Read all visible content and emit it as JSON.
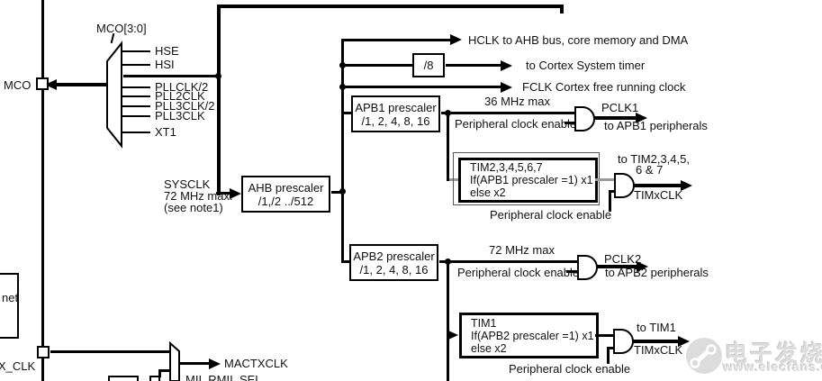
{
  "colors": {
    "line": "#000000",
    "highlight_red": "#cc2222",
    "gray_wire": "#9a9a9a",
    "watermark": "#dcdcdc"
  },
  "mco": {
    "pad_label": "MCO",
    "mux_label": "MCO[3:0]",
    "inputs": [
      "HSE",
      "HSI",
      "PLLCLK/2",
      "PLL2CLK",
      "PLL3CLK/2",
      "PLL3CLK",
      "XT1"
    ]
  },
  "sysclk": {
    "name": "SYSCLK",
    "max": "72 MHz max.",
    "note": "(see note1)"
  },
  "ahb_prescaler": {
    "title": "AHB prescaler",
    "ratio": "/1,/2 ../512"
  },
  "hclk_out": {
    "label": "HCLK to AHB bus, core memory and DMA"
  },
  "cortex_timer": {
    "divider": "/8",
    "label": "to Cortex System timer"
  },
  "fclk_out": {
    "label": "FCLK Cortex free running clock"
  },
  "apb1": {
    "title": "APB1 prescaler",
    "ratio": "/1, 2, 4, 8, 16",
    "max": "36 MHz max",
    "enable": "Peripheral clock enable",
    "clock": "PCLK1",
    "dest": "to APB1 peripherals"
  },
  "tim2": {
    "line1": "TIM2,3,4,5,6,7",
    "line2": "If(APB1 prescaler =1) x1",
    "line3": "else x2",
    "enable": "Peripheral clock enable",
    "dest1": "to TIM2,3,4,5,",
    "dest2": "6 & 7",
    "clock": "TIMxCLK"
  },
  "apb2": {
    "title": "APB2 prescaler",
    "ratio": "/1, 2, 4, 8, 16",
    "max": "72 MHz max",
    "enable": "Peripheral clock enable",
    "clock": "PCLK2",
    "dest": "to APB2 peripherals"
  },
  "tim1": {
    "line1": "TIM1",
    "line2": "If(APB2 prescaler =1) x1",
    "line3": "else x2",
    "enable": "Peripheral clock enable",
    "dest": "to TIM1",
    "clock": "TIMxCLK"
  },
  "ethernet": {
    "box_label": "net",
    "pad_label": "TX_CLK",
    "out1": "MACTXCLK",
    "sel": "MII_RMII_SEL"
  },
  "watermark": {
    "brand": "电子发烧友",
    "url": "www.elecfans.com"
  }
}
